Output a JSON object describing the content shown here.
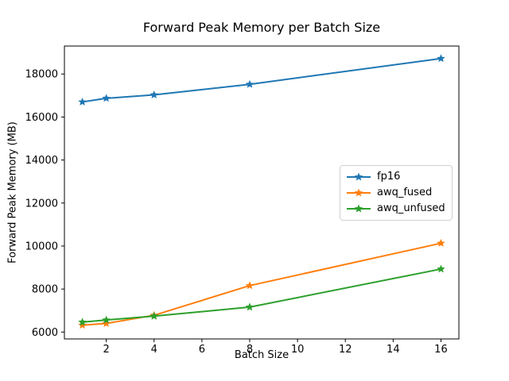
{
  "chart_data": {
    "type": "line",
    "title": "Forward Peak Memory per Batch Size",
    "xlabel": "Batch Size",
    "ylabel": "Forward Peak Memory (MB)",
    "x": [
      1,
      2,
      4,
      8,
      16
    ],
    "series": [
      {
        "name": "fp16",
        "color": "#1f77b4",
        "values": [
          16700,
          16870,
          17030,
          17520,
          18720
        ]
      },
      {
        "name": "awq_fused",
        "color": "#ff7f0e",
        "values": [
          6320,
          6400,
          6780,
          8160,
          10130
        ]
      },
      {
        "name": "awq_unfused",
        "color": "#2ca02c",
        "values": [
          6460,
          6560,
          6740,
          7160,
          8930
        ]
      }
    ],
    "xticks": [
      2,
      4,
      6,
      8,
      10,
      12,
      14,
      16
    ],
    "yticks": [
      6000,
      8000,
      10000,
      12000,
      14000,
      16000,
      18000
    ],
    "xlim": [
      0.25,
      16.75
    ],
    "ylim": [
      5680,
      19300
    ],
    "marker": "star",
    "grid": false,
    "legend_position": "center right",
    "axis_color": "#000000",
    "background": "#ffffff"
  }
}
